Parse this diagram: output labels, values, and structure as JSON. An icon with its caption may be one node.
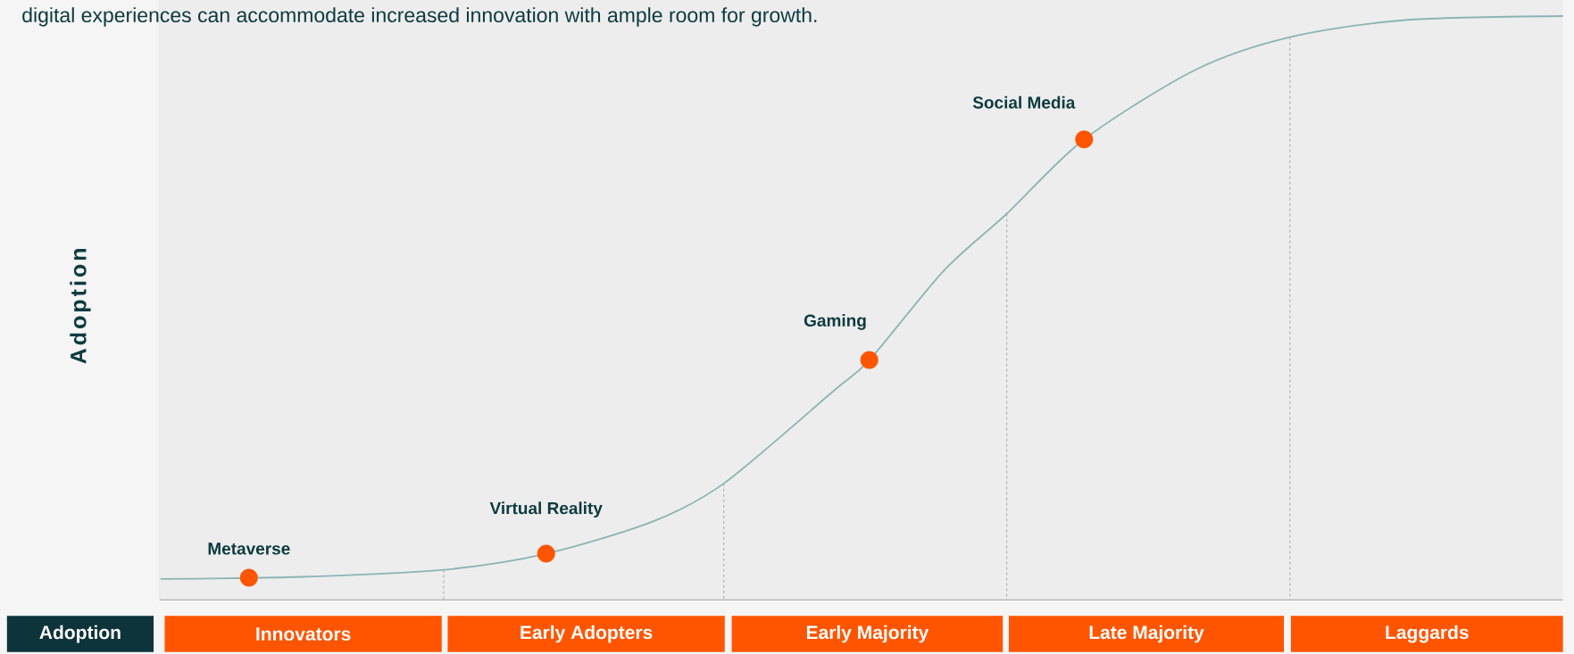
{
  "diagram": {
    "nodes": [
      {
        "text": [
          "Adoption"
        ]
      },
      {
        "text": [
          "Innovators"
        ]
      },
      {
        "text": [
          "Early Adopters"
        ]
      },
      {
        "text": [
          "Early Majority"
        ]
      },
      {
        "text": [
          "Late Majority"
        ]
      },
      {
        "text": [
          "Laggards"
        ]
      }
    ],
    "labels": [
      "digital experiences can accommodate increased innovation with ample room for growth.",
      "Adoption",
      "Metaverse",
      "Virtual Reality",
      "Gaming",
      "Social Media"
    ]
  }
}
